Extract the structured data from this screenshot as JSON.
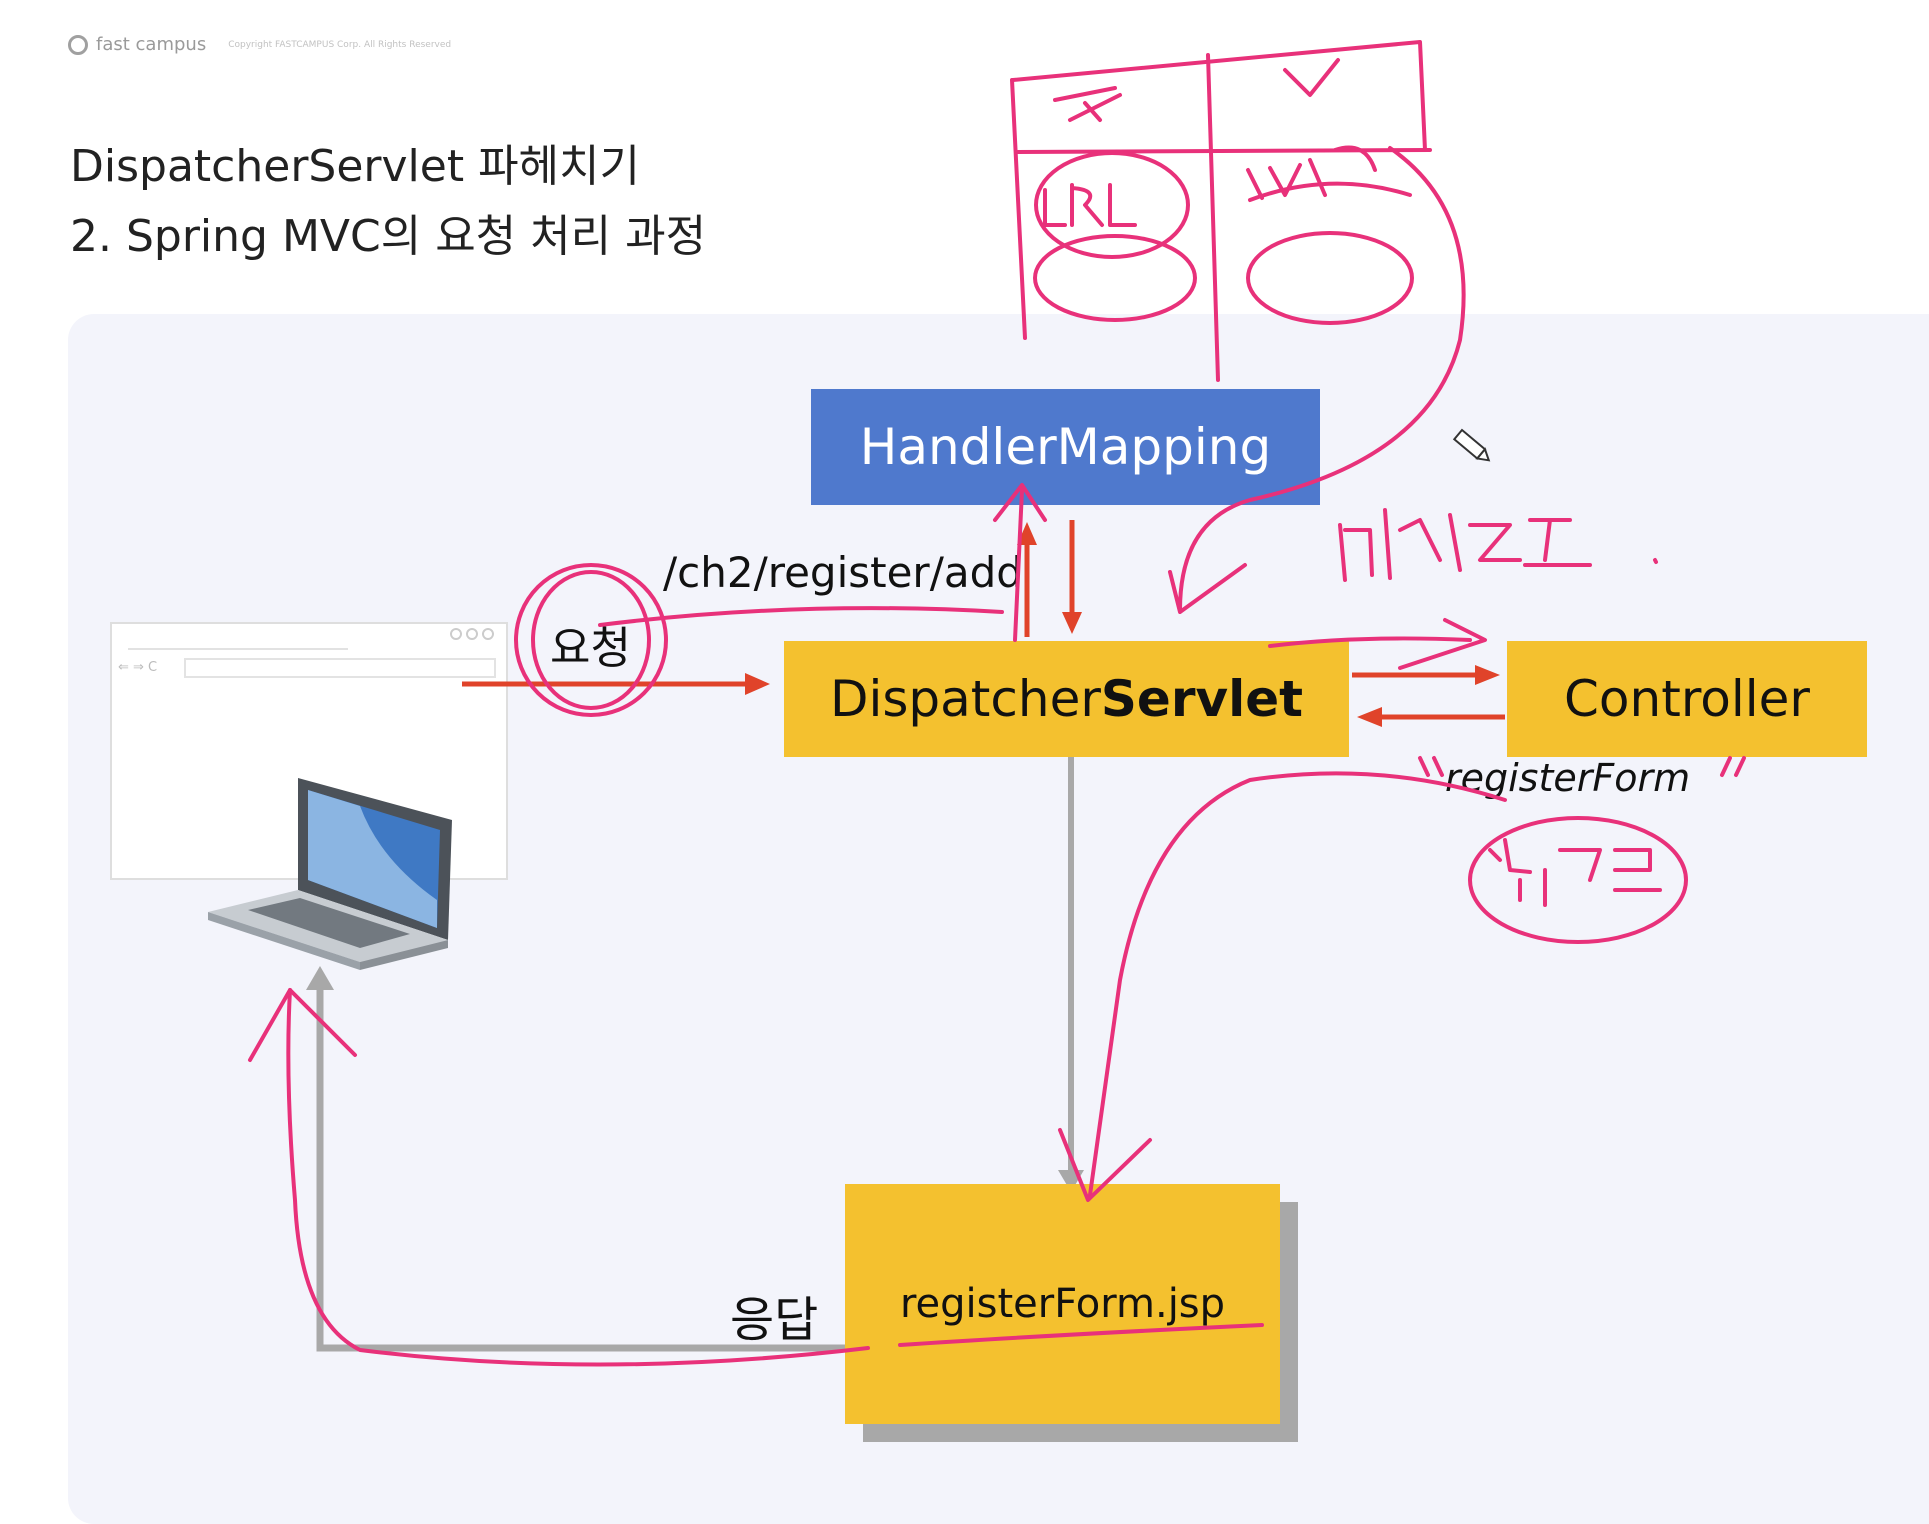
{
  "header": {
    "brand": "fast campus",
    "copyright": "Copyright FASTCAMPUS Corp. All Rights Reserved"
  },
  "title": {
    "line1": "DispatcherServlet 파헤치기",
    "line2": "2. Spring MVC의 요청 처리 과정"
  },
  "diagram": {
    "handler_mapping": "HandlerMapping",
    "dispatcher_prefix": "Dispatcher",
    "dispatcher_bold": "Servlet",
    "controller": "Controller",
    "view": "registerForm.jsp",
    "request_url": "/ch2/register/add",
    "request_label": "요청",
    "response_label": "응답",
    "return_value": "registerForm"
  },
  "colors": {
    "handler_mapping": "#4f79cd",
    "box_yellow": "#f4c12f",
    "arrow_red": "#e0432a",
    "arrow_gray": "#a8a8a8",
    "annotation_pink": "#e8317a",
    "panel_bg": "#f3f4fb"
  },
  "icons": [
    "laptop-icon",
    "browser-window-icon",
    "pencil-cursor-icon"
  ]
}
